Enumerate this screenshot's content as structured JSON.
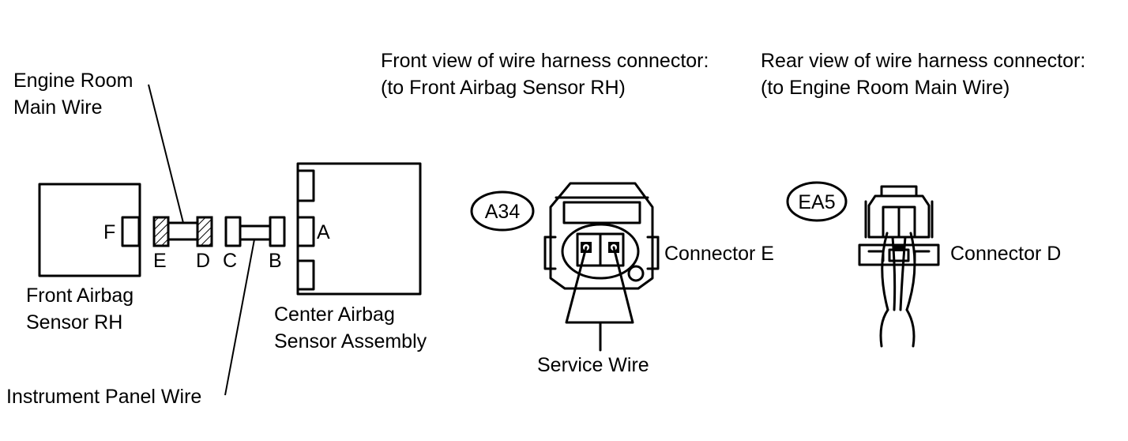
{
  "labels": {
    "engine_room_line1": "Engine Room",
    "engine_room_line2": "Main Wire",
    "front_sensor_line1": "Front Airbag",
    "front_sensor_line2": "Sensor RH",
    "center_sensor_line1": "Center Airbag",
    "center_sensor_line2": "Sensor Assembly",
    "instrument_panel_wire": "Instrument Panel Wire",
    "service_wire": "Service Wire"
  },
  "connector_letters": {
    "a": "A",
    "b": "B",
    "c": "C",
    "d": "D",
    "e": "E",
    "f": "F"
  },
  "front_view": {
    "heading_line1": "Front view of wire harness connector:",
    "heading_line2": "(to Front Airbag Sensor RH)",
    "code": "A34",
    "connector_label": "Connector E"
  },
  "rear_view": {
    "heading_line1": "Rear view of wire harness connector:",
    "heading_line2": "(to Engine Room Main Wire)",
    "code": "EA5",
    "connector_label": "Connector D"
  },
  "hatch_color": "#000000"
}
